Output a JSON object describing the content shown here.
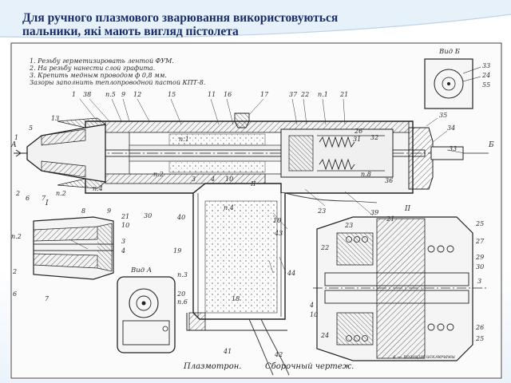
{
  "slide": {
    "title_line1": "Для ручного плазмового зварювання використовуються",
    "title_line2": "пальники, які мають вигляд пістолета"
  },
  "notes": [
    "1. Резьбу  герметизировать   лентой ФУМ.",
    "2. На  резьбу  нанести  слой  графита.",
    "3. Крепить  медным  проводом  ф 0,8 мм.",
    "   Зазоры  заполнить  теплопроводной  пастой КПТ-8."
  ],
  "views": {
    "view_b": "Вид Б",
    "view_a": "Вид А",
    "arrow_a": "А",
    "arrow_b": "Б",
    "section1": "I",
    "section2": "II"
  },
  "stamp": {
    "name": "Плазмотрон.",
    "type": "Сборочный  чертеж."
  },
  "footnote": "а — позиции исключены",
  "callouts": {
    "top": [
      "1",
      "38",
      "п.5",
      "9",
      "12",
      "15",
      "11",
      "16",
      "17",
      "37",
      "22",
      "п.1",
      "21"
    ],
    "right": [
      "35",
      "34",
      "33",
      "36",
      "23",
      "39"
    ],
    "bottom": [
      "2",
      "6",
      "7",
      "п.2",
      "I",
      "30",
      "40",
      "19",
      "п.4",
      "п.3",
      "20",
      "п.6",
      "41",
      "42",
      "43",
      "44",
      "10",
      "18"
    ],
    "viewb": [
      "33",
      "24",
      "55"
    ],
    "detail1": [
      "8",
      "9",
      "21",
      "10",
      "3",
      "4",
      "п.2",
      "2",
      "6",
      "7"
    ],
    "detail2": [
      "23",
      "22",
      "21",
      "25",
      "27",
      "29",
      "30",
      "3",
      "4",
      "10",
      "24",
      "26",
      "25"
    ],
    "inner": [
      "13",
      "5",
      "1",
      "п.2",
      "п.1",
      "3",
      "4",
      "10",
      "26",
      "31",
      "32",
      "п.8",
      "II",
      "п.4"
    ]
  }
}
